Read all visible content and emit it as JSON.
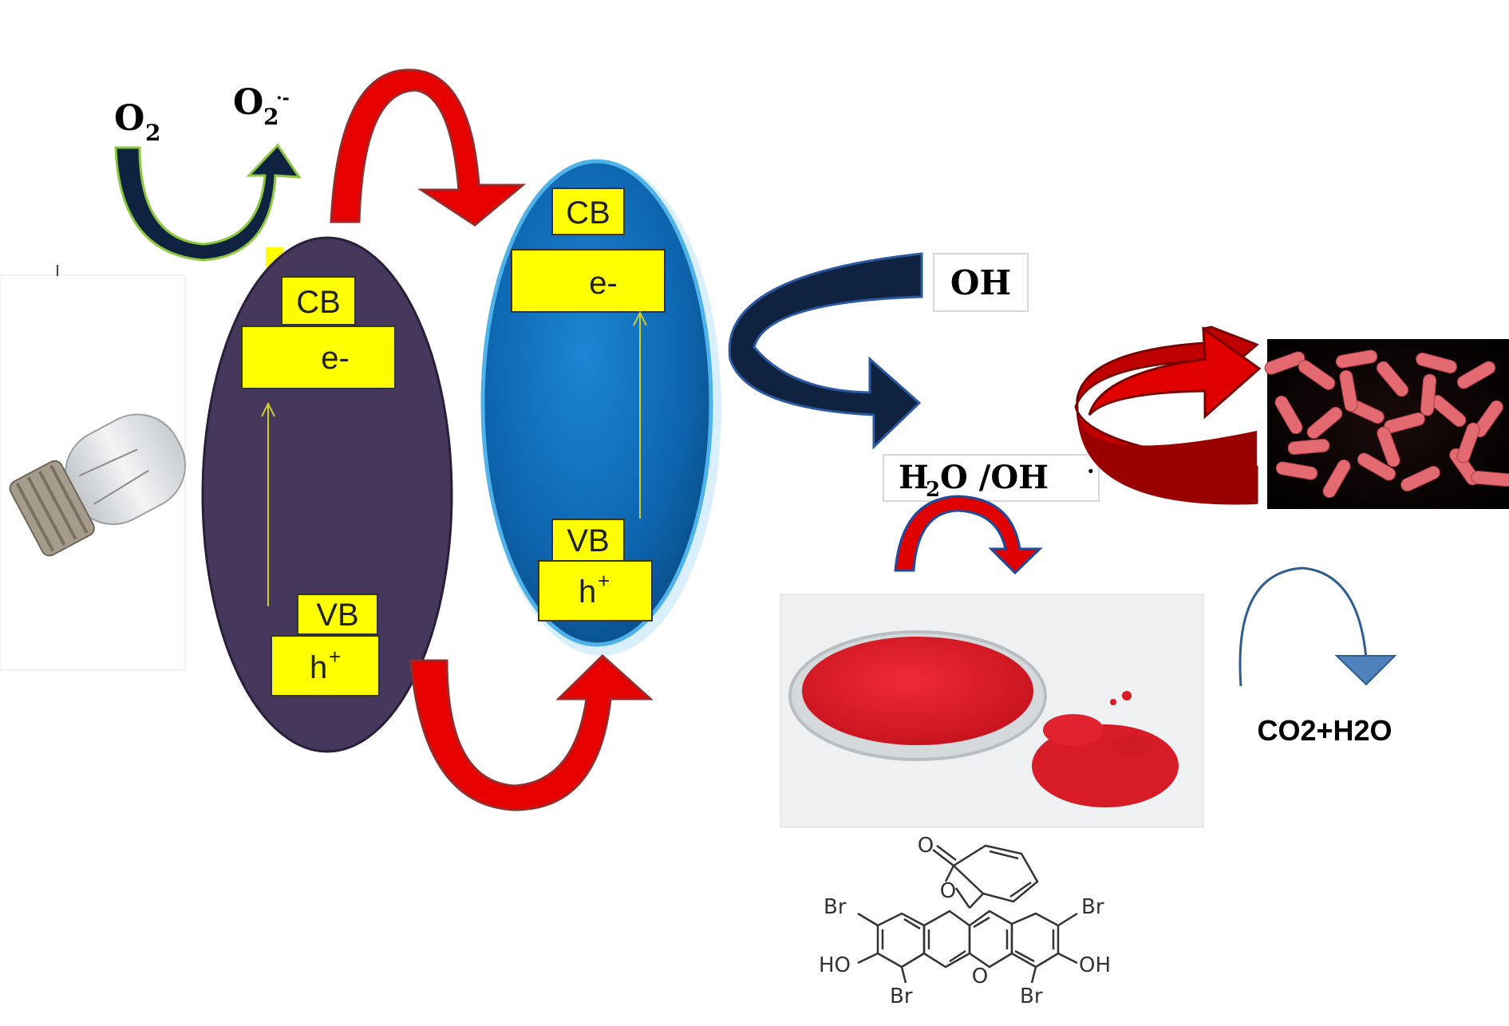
{
  "species": {
    "o2": "O",
    "o2_sub": "2",
    "superoxide": "O",
    "superoxide_sub": "2",
    "superoxide_sup": "·-",
    "hydroxyl": "OH",
    "water_h": "H",
    "water_sub": "2",
    "water_rest": "O /OH",
    "water_sup": "·",
    "products": "CO2+H2O"
  },
  "semiconductor_left": {
    "cb": "CB",
    "electron": "e-",
    "vb": "VB",
    "hole": "h",
    "hole_sup": "+"
  },
  "semiconductor_right": {
    "cb": "CB",
    "electron": "e-",
    "vb": "VB",
    "hole": "h",
    "hole_sup": "+"
  },
  "dye_structure": {
    "carbonyl_o": "O",
    "ring_o": "O",
    "xanthene_o": "O",
    "br_upper_left": "Br",
    "br_upper_right": "Br",
    "br_lower_left": "Br",
    "br_lower_right": "Br",
    "ho_left": "HO",
    "oh_right": "OH"
  },
  "colors": {
    "left_ellipse": "#45385c",
    "right_ellipse": "#0f6bb5",
    "band_fill": "#ffff00",
    "red_arrow": "#e00000",
    "dark_arrow": "#0f2340"
  }
}
